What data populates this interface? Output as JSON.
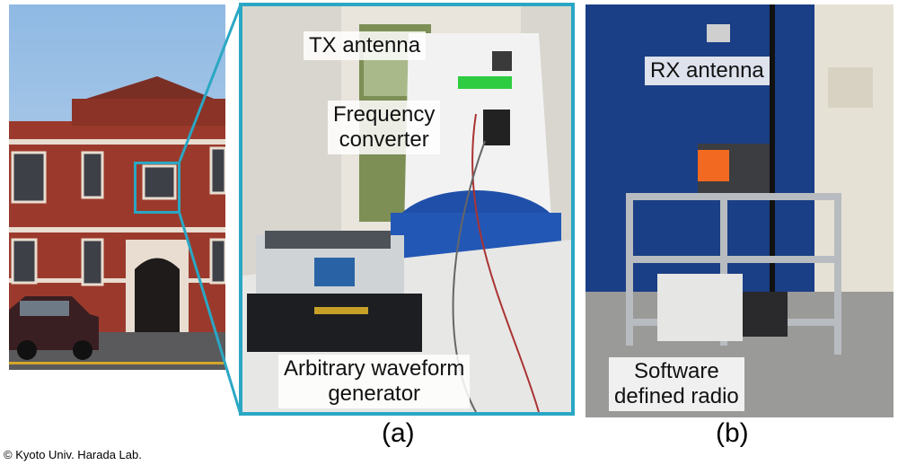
{
  "photos": {
    "building": {
      "scene": "red-brick-building-exterior"
    },
    "tx_setup": {
      "labels": {
        "tx_antenna": "TX antenna",
        "frequency_converter_line1": "Frequency",
        "frequency_converter_line2": "converter",
        "awg_line1": "Arbitrary waveform",
        "awg_line2": "generator"
      },
      "caption": "(a)"
    },
    "rx_setup": {
      "labels": {
        "rx_antenna": "RX antenna",
        "sdr_line1": "Software",
        "sdr_line2": "defined radio"
      },
      "caption": "(b)"
    }
  },
  "credit": "© Kyoto Univ. Harada Lab.",
  "colors": {
    "highlight_box": "#2aa7c4",
    "brick": "#9b3a2c",
    "sky": "#9cc3e6"
  }
}
